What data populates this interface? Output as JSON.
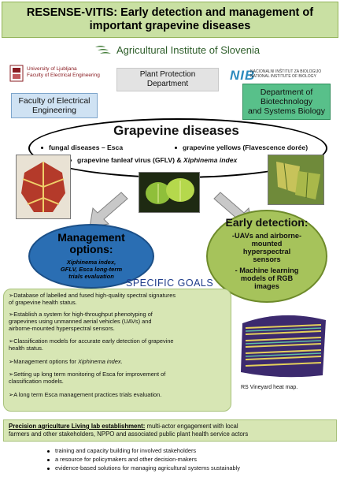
{
  "header": {
    "line1": "RESENSE-VITIS:  Early detection and management of",
    "line2": "important grapevine diseases"
  },
  "partners": {
    "aiz_name": "Agricultural Institute of Slovenia",
    "uni_line1": "University of Ljubljana",
    "uni_line2": "Faculty of Electrical Engineering",
    "nib_mark": "NIB",
    "nib_line1": "NACIONALNI INŠTITUT ZA BIOLOGIJO",
    "nib_line2": "NATIONAL INSTITUTE OF BIOLOGY",
    "dept_line1": "Plant Protection",
    "dept_line2": "Department",
    "fee_line1": "Faculty of Electrical",
    "fee_line2": "Engineering",
    "dbs_line1": "Department of",
    "dbs_line2": "Biotechnology",
    "dbs_line3": "and Systems Biology"
  },
  "diseases": {
    "title": "Grapevine diseases",
    "item1": "fungal diseases – Esca",
    "item2": "grapevine yellows (Flavescence dorée)",
    "item3_a": "grapevine fanleaf virus (GFLV) & ",
    "item3_b": "Xiphinema index"
  },
  "management": {
    "title_line1": "Management",
    "title_line2": "options:",
    "body_line1": "Xiphinema index,",
    "body_line2": "GFLV, Esca long-term",
    "body_line3": "trials evaluation"
  },
  "early": {
    "title": "Early detection:",
    "item1_line1": "-UAVs and airborne-",
    "item1_line2": "mounted",
    "item1_line3": "hyperspectral",
    "item1_line4": "sensors",
    "item2_line1": "- Machine learning",
    "item2_line2": "models of RGB",
    "item2_line3": "images"
  },
  "goals": {
    "title": "SPECIFIC GOALS",
    "g1_a": "➢Database of labelled and fused high-quality spectral signatures",
    "g1_b": "of grapevine health status.",
    "g2_a": "➢Establish a system for high-throughput phenotyping of",
    "g2_b": "grapevines using unmanned aerial vehicles (UAVs) and",
    "g2_c": "airborne-mounted hyperspectral sensors.",
    "g3_a": "➢Classification models for accurate early detection of grapevine",
    "g3_b": "health status.",
    "g4_a": "➢Management options for ",
    "g4_b": "Xiphinema index",
    "g4_c": ".",
    "g5_a": "➢Setting up long term monitoring of Esca for improvement of",
    "g5_b": "classification models.",
    "g6": "➢A long term Esca management practices trials evaluation."
  },
  "vineyard_caption": "RS Vineyard heat map.",
  "living_lab": {
    "lead": "Precision agriculture Living lab establishment:",
    "rest_a": " multi-actor engagement with local",
    "rest_b": "farmers and other stakeholders, NPPO and associated public plant health service actors"
  },
  "bullets": [
    "training and capacity building for involved stakeholders",
    "a resource for policymakers and other decision-makers",
    "evidence-based solutions for managing agricultural systems sustainably"
  ],
  "colors": {
    "header_green": "#c9e0a3",
    "dbs_green": "#58c08a",
    "fee_blue": "#cfe2f3",
    "mgmt_blue": "#2a6eb3",
    "early_green": "#a6c35b",
    "goals_title_blue": "#1f3c8a"
  }
}
